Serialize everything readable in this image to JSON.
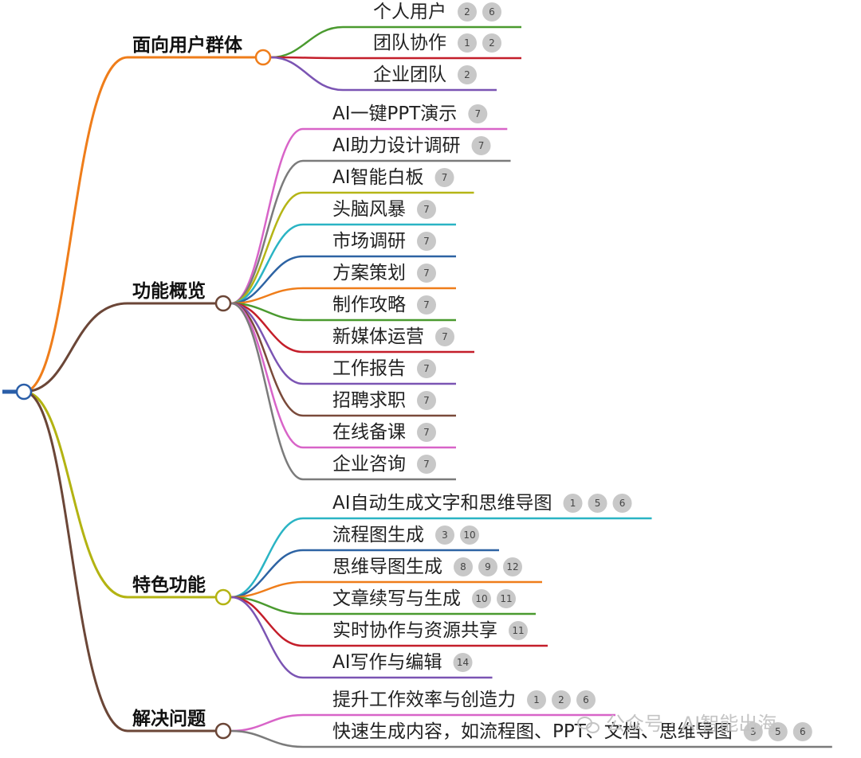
{
  "colors": {
    "root": "#2a5ea8",
    "branches": [
      "#ef7d1a",
      "#6b4637",
      "#b3b312",
      "#6b4637"
    ]
  },
  "branches": [
    {
      "label": "面向用户群体",
      "children": [
        {
          "label": "个人用户",
          "badges": [
            "2",
            "6"
          ],
          "color": "#4a9a2f"
        },
        {
          "label": "团队协作",
          "badges": [
            "1",
            "2"
          ],
          "color": "#c41e2a"
        },
        {
          "label": "企业团队",
          "badges": [
            "2"
          ],
          "color": "#7b54b3"
        }
      ]
    },
    {
      "label": "功能概览",
      "children": [
        {
          "label": "AI一键PPT演示",
          "badges": [
            "7"
          ],
          "color": "#d864c8"
        },
        {
          "label": "AI助力设计调研",
          "badges": [
            "7"
          ],
          "color": "#7b7b7b"
        },
        {
          "label": "AI智能白板",
          "badges": [
            "7"
          ],
          "color": "#b5b516"
        },
        {
          "label": "头脑风暴",
          "badges": [
            "7"
          ],
          "color": "#2ab4c4"
        },
        {
          "label": "市场调研",
          "badges": [
            "7"
          ],
          "color": "#2d63a3"
        },
        {
          "label": "方案策划",
          "badges": [
            "7"
          ],
          "color": "#ef7d1a"
        },
        {
          "label": "制作攻略",
          "badges": [
            "7"
          ],
          "color": "#4a9a2f"
        },
        {
          "label": "新媒体运营",
          "badges": [
            "7"
          ],
          "color": "#c41e2a"
        },
        {
          "label": "工作报告",
          "badges": [
            "7"
          ],
          "color": "#7b54b3"
        },
        {
          "label": "招聘求职",
          "badges": [
            "7"
          ],
          "color": "#7a4a3a"
        },
        {
          "label": "在线备课",
          "badges": [
            "7"
          ],
          "color": "#d864c8"
        },
        {
          "label": "企业咨询",
          "badges": [
            "7"
          ],
          "color": "#7b7b7b"
        }
      ]
    },
    {
      "label": "特色功能",
      "children": [
        {
          "label": "AI自动生成文字和思维导图",
          "badges": [
            "1",
            "5",
            "6"
          ],
          "color": "#2ab4c4"
        },
        {
          "label": "流程图生成",
          "badges": [
            "3",
            "10"
          ],
          "color": "#2d63a3"
        },
        {
          "label": "思维导图生成",
          "badges": [
            "8",
            "9",
            "12"
          ],
          "color": "#ef7d1a"
        },
        {
          "label": "文章续写与生成",
          "badges": [
            "10",
            "11"
          ],
          "color": "#4a9a2f"
        },
        {
          "label": "实时协作与资源共享",
          "badges": [
            "11"
          ],
          "color": "#c41e2a"
        },
        {
          "label": "AI写作与编辑",
          "badges": [
            "14"
          ],
          "color": "#7b54b3"
        }
      ]
    },
    {
      "label": "解决问题",
      "children": [
        {
          "label": "提升工作效率与创造力",
          "badges": [
            "1",
            "2",
            "6"
          ],
          "color": "#d864c8"
        },
        {
          "label": "快速生成内容，如流程图、PPT、文档、思维导图",
          "badges": [
            "3",
            "5",
            "6"
          ],
          "color": "#7b7b7b"
        }
      ]
    }
  ],
  "watermark": {
    "text": "公众号 · AI智能出海",
    "icon": "wechat-icon"
  }
}
